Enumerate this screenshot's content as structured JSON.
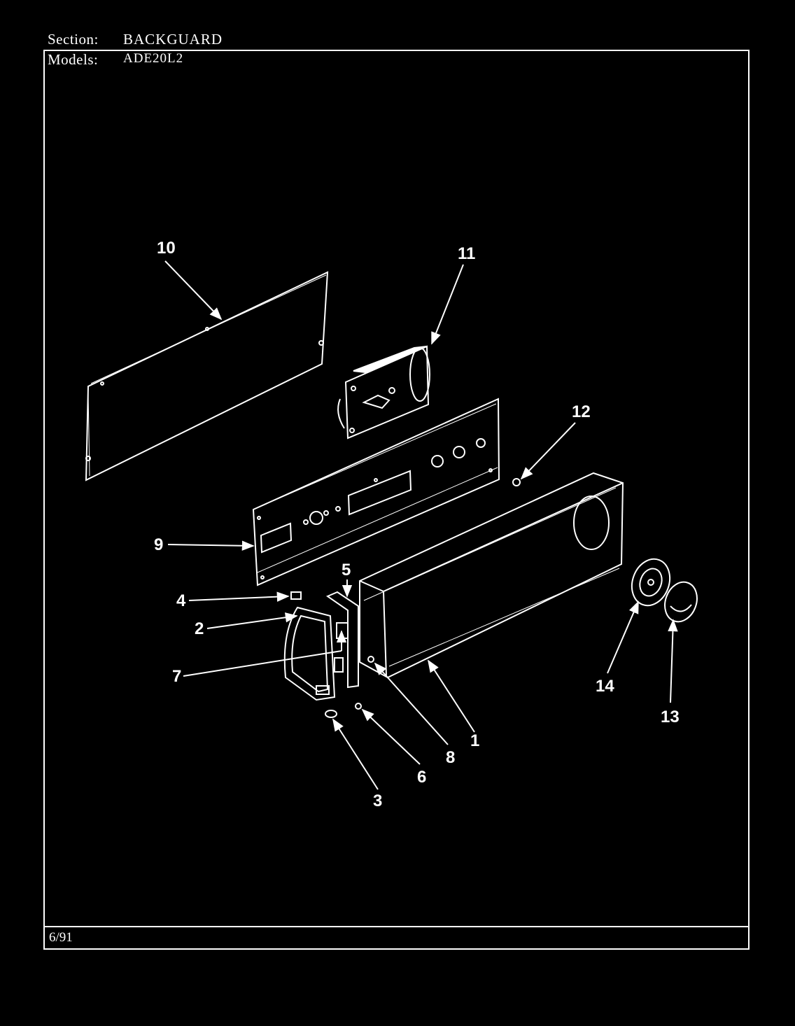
{
  "header": {
    "section_label": "Section:",
    "section_value": "BACKGUARD",
    "models_label": "Models:",
    "models_value": "ADE20L2"
  },
  "callouts": {
    "c1": "1",
    "c2": "2",
    "c3": "3",
    "c4": "4",
    "c5": "5",
    "c6": "6",
    "c7": "7",
    "c8": "8",
    "c9": "9",
    "c10": "10",
    "c11": "11",
    "c12": "12",
    "c13": "13",
    "c14": "14"
  },
  "footer": {
    "date": "6/91"
  },
  "colors": {
    "background": "#000000",
    "line": "#ffffff"
  }
}
